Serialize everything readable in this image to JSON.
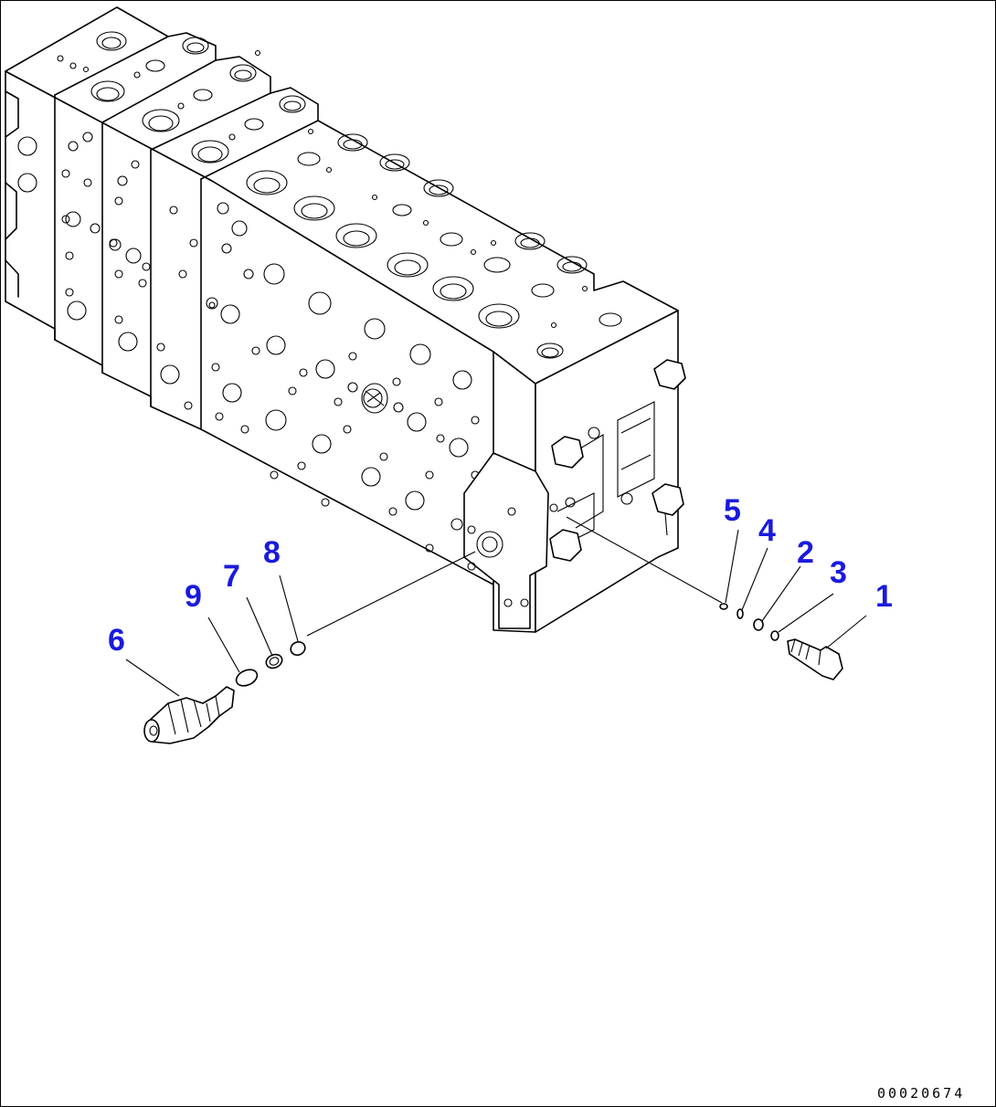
{
  "colors": {
    "callout": "#1a1adc",
    "line": "#000000",
    "background": "#ffffff"
  },
  "callouts": [
    {
      "id": "1",
      "label": "1"
    },
    {
      "id": "2",
      "label": "2"
    },
    {
      "id": "3",
      "label": "3"
    },
    {
      "id": "4",
      "label": "4"
    },
    {
      "id": "5",
      "label": "5"
    },
    {
      "id": "6",
      "label": "6"
    },
    {
      "id": "7",
      "label": "7"
    },
    {
      "id": "8",
      "label": "8"
    },
    {
      "id": "9",
      "label": "9"
    }
  ],
  "drawing_number": "00020674"
}
